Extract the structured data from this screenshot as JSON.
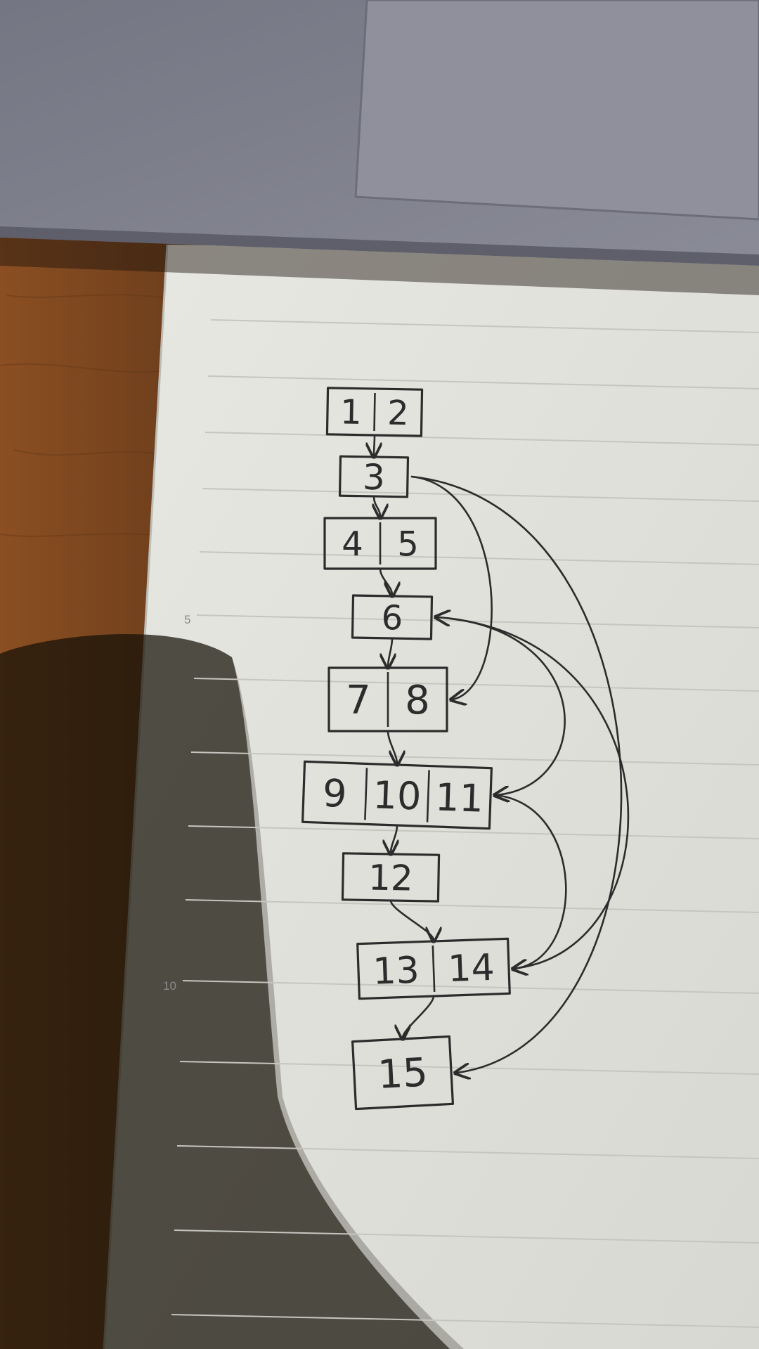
{
  "scene": {
    "colors": {
      "table": "#7a4a24",
      "table_dark": "#2a1a10",
      "laptop": "#7e7f8a",
      "trackpad": "#8d8e99",
      "paper": "#e4e4de",
      "paper_shadow": "#8d8d86",
      "rule_line": "#c6c6c0",
      "ink": "#2c2c2c",
      "margin_number": "#8a8a8a"
    },
    "margin_numbers": [
      "5",
      "10"
    ],
    "nodes": [
      {
        "id": "n1",
        "labels": [
          "1",
          "2"
        ]
      },
      {
        "id": "n2",
        "labels": [
          "3"
        ]
      },
      {
        "id": "n3",
        "labels": [
          "4",
          "5"
        ]
      },
      {
        "id": "n4",
        "labels": [
          "6"
        ]
      },
      {
        "id": "n5",
        "labels": [
          "7",
          "8"
        ]
      },
      {
        "id": "n6",
        "labels": [
          "9",
          "10",
          "11"
        ]
      },
      {
        "id": "n7",
        "labels": [
          "12"
        ]
      },
      {
        "id": "n8",
        "labels": [
          "13",
          "14"
        ]
      },
      {
        "id": "n9",
        "labels": [
          "15"
        ]
      }
    ],
    "edges": [
      {
        "from": "n1",
        "to": "n2"
      },
      {
        "from": "n2",
        "to": "n3"
      },
      {
        "from": "n3",
        "to": "n4"
      },
      {
        "from": "n4",
        "to": "n5"
      },
      {
        "from": "n5",
        "to": "n6"
      },
      {
        "from": "n6",
        "to": "n7"
      },
      {
        "from": "n7",
        "to": "n8"
      },
      {
        "from": "n8",
        "to": "n9"
      },
      {
        "from": "n2",
        "to": "n5"
      },
      {
        "from": "n2",
        "to": "n9"
      },
      {
        "from": "n4",
        "to": "n6"
      },
      {
        "from": "n8",
        "to": "n4"
      },
      {
        "from": "n6",
        "to": "n8"
      }
    ]
  }
}
